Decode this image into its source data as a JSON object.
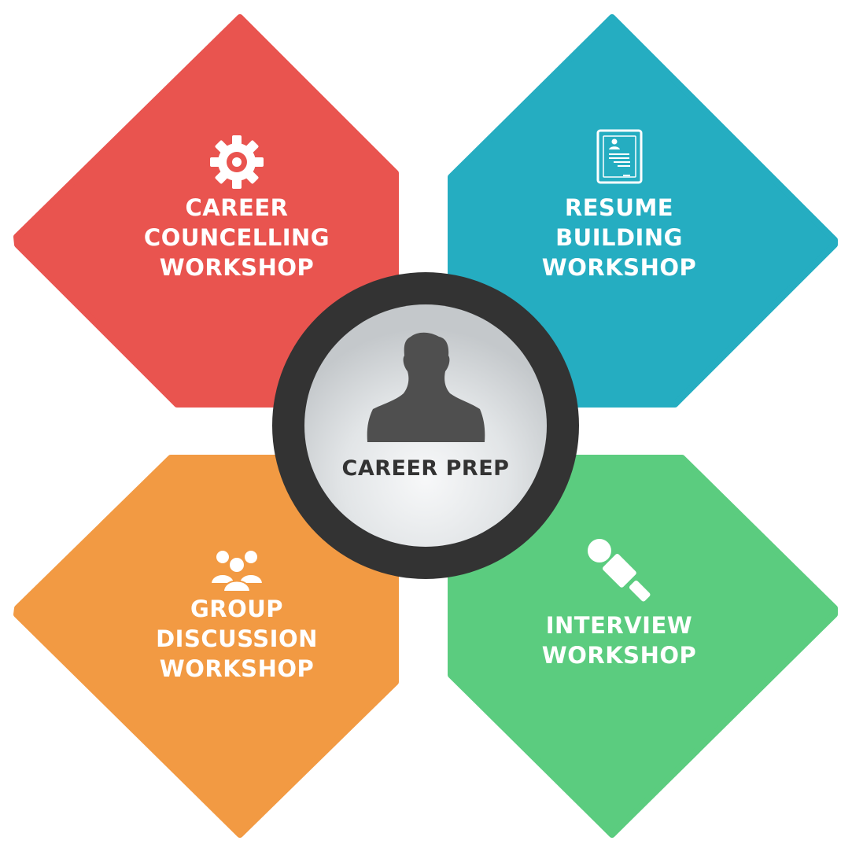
{
  "colors": {
    "career_counselling": "#E9544F",
    "resume_building": "#25ADC1",
    "group_discussion": "#F29A43",
    "interview": "#5BCC7F",
    "ring": "#333333",
    "center_text": "#333333",
    "icon_white": "#ffffff",
    "silhouette": "#4F4F4F"
  },
  "center": {
    "label": "CAREER PREP",
    "icon": "person-silhouette-icon"
  },
  "petals": [
    {
      "id": "career-counselling",
      "lines": [
        "CAREER",
        "COUNCELLING",
        "WORKSHOP"
      ],
      "icon": "gear-icon"
    },
    {
      "id": "resume-building",
      "lines": [
        "RESUME",
        "BUILDING",
        "WORKSHOP"
      ],
      "icon": "resume-icon"
    },
    {
      "id": "group-discussion",
      "lines": [
        "GROUP",
        "DISCUSSION",
        "WORKSHOP"
      ],
      "icon": "group-people-icon"
    },
    {
      "id": "interview",
      "lines": [
        "INTERVIEW",
        "WORKSHOP"
      ],
      "icon": "microphone-icon"
    }
  ]
}
